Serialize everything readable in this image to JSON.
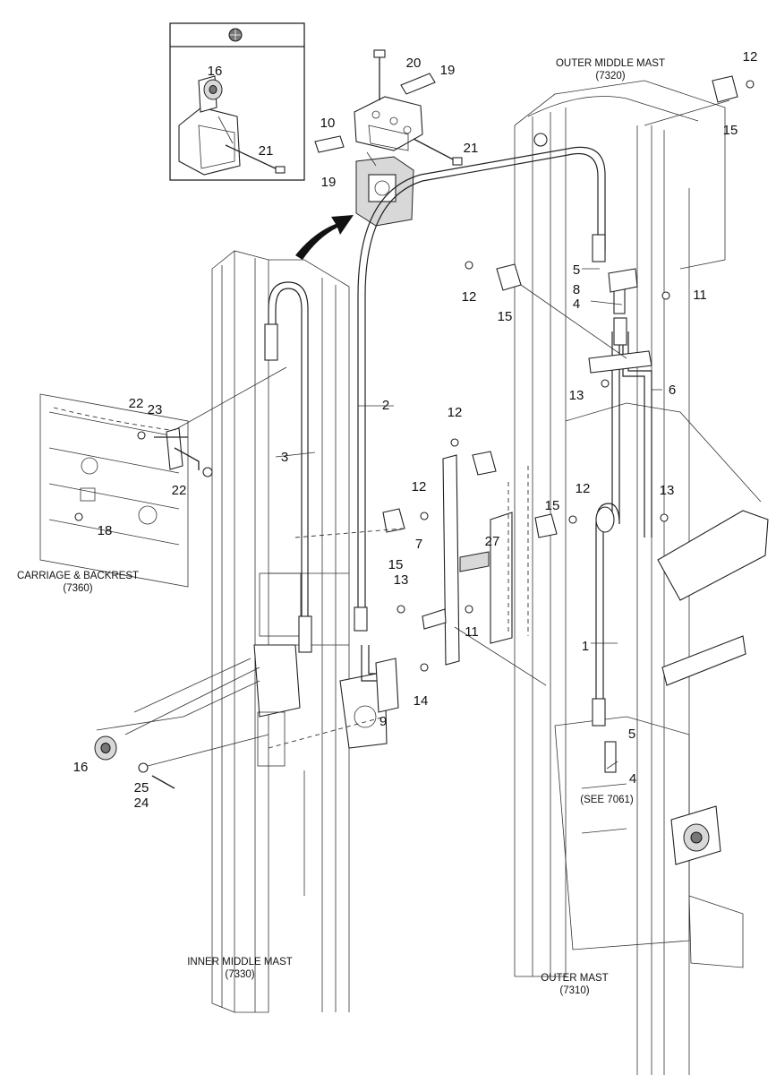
{
  "mast_captions": {
    "outer_middle_title": "OUTER MIDDLE MAST",
    "outer_middle_code": "(7320)",
    "carriage_title": "CARRIAGE & BACKREST",
    "carriage_code": "(7360)",
    "inner_middle_title": "INNER MIDDLE MAST",
    "inner_middle_code": "(7330)",
    "outer_title": "OUTER MAST",
    "outer_code": "(7310)",
    "see_ref": "(SEE 7061)"
  },
  "part_labels": [
    "16",
    "21",
    "20",
    "19",
    "10",
    "19",
    "21",
    "12",
    "15",
    "5",
    "8",
    "4",
    "11",
    "12",
    "15",
    "2",
    "13",
    "6",
    "3",
    "22",
    "23",
    "22",
    "18",
    "12",
    "15",
    "12",
    "15",
    "12",
    "13",
    "7",
    "27",
    "11",
    "13",
    "1",
    "14",
    "9",
    "16",
    "25",
    "24",
    "5",
    "4"
  ]
}
